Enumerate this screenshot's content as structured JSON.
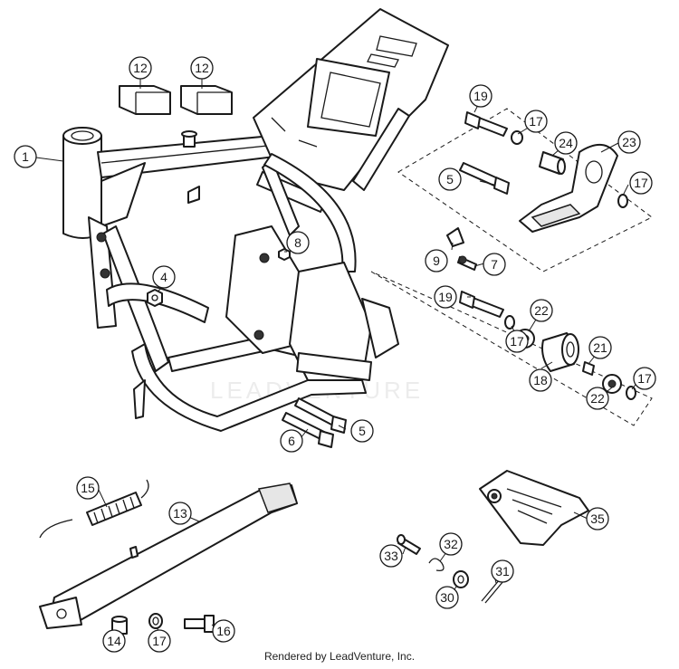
{
  "footer": {
    "credit": "Rendered by LeadVenture, Inc."
  },
  "watermark": {
    "text": "LEADVENTURE"
  },
  "callouts": {
    "c1": "1",
    "c4": "4",
    "c5a": "5",
    "c5b": "5",
    "c6": "6",
    "c7": "7",
    "c8": "8",
    "c9": "9",
    "c12a": "12",
    "c12b": "12",
    "c13": "13",
    "c14": "14",
    "c15": "15",
    "c16": "16",
    "c17a": "17",
    "c17b": "17",
    "c17c": "17",
    "c17d": "17",
    "c17e": "17",
    "c18": "18",
    "c19a": "19",
    "c19b": "19",
    "c21": "21",
    "c22a": "22",
    "c22b": "22",
    "c23": "23",
    "c24": "24",
    "c30": "30",
    "c31": "31",
    "c32": "32",
    "c33": "33",
    "c35": "35"
  }
}
